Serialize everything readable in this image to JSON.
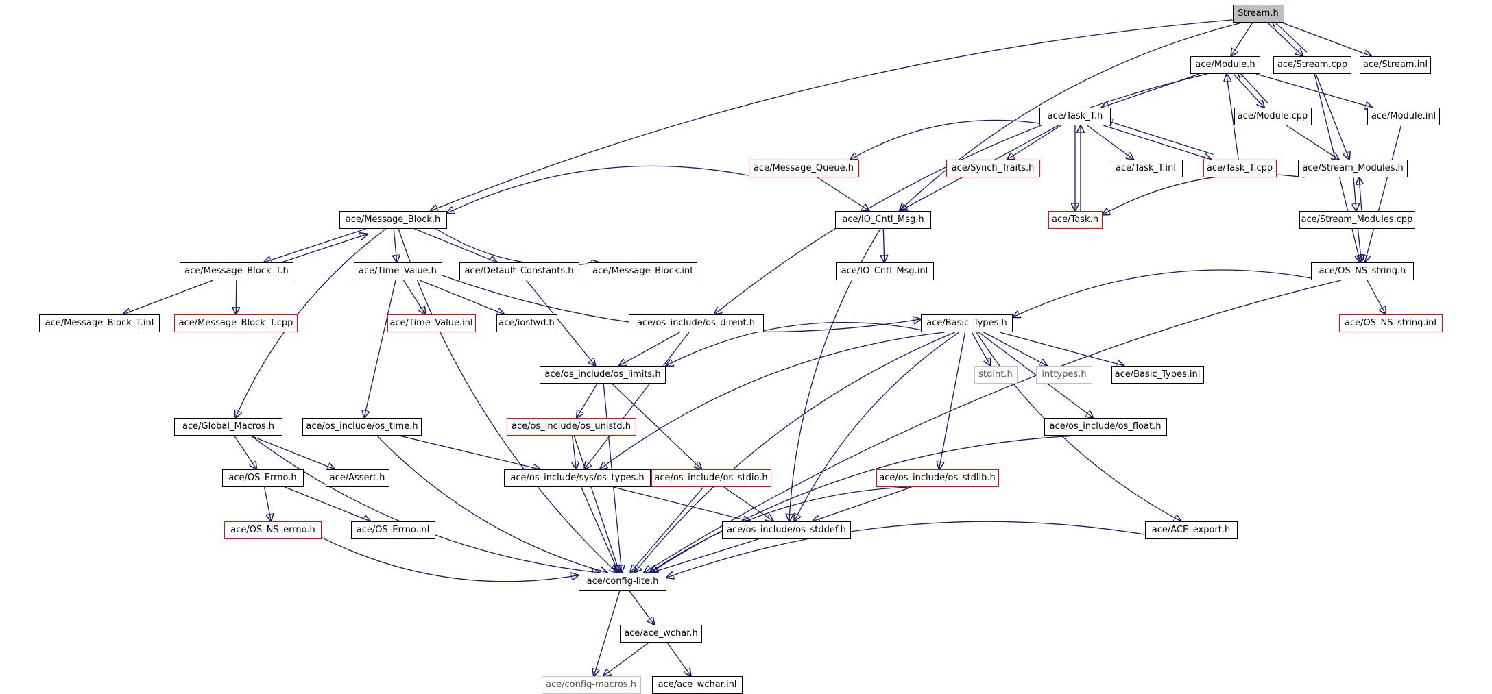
{
  "diagram": {
    "nodes": [
      {
        "id": "stream_h",
        "label": "Stream.h",
        "style": "gray"
      },
      {
        "id": "module_h",
        "label": "ace/Module.h",
        "style": "normal"
      },
      {
        "id": "stream_cpp",
        "label": "ace/Stream.cpp",
        "style": "normal"
      },
      {
        "id": "stream_inl",
        "label": "ace/Stream.inl",
        "style": "normal"
      },
      {
        "id": "task_t_h",
        "label": "ace/Task_T.h",
        "style": "normal"
      },
      {
        "id": "module_cpp",
        "label": "ace/Module.cpp",
        "style": "normal"
      },
      {
        "id": "module_inl",
        "label": "ace/Module.inl",
        "style": "normal"
      },
      {
        "id": "message_queue_h",
        "label": "ace/Message_Queue.h",
        "style": "red"
      },
      {
        "id": "synch_traits_h",
        "label": "ace/Synch_Traits.h",
        "style": "red"
      },
      {
        "id": "task_t_inl",
        "label": "ace/Task_T.inl",
        "style": "normal"
      },
      {
        "id": "task_t_cpp",
        "label": "ace/Task_T.cpp",
        "style": "red"
      },
      {
        "id": "stream_modules_h",
        "label": "ace/Stream_Modules.h",
        "style": "normal"
      },
      {
        "id": "message_block_h",
        "label": "ace/Message_Block.h",
        "style": "normal"
      },
      {
        "id": "io_cntl_msg_h",
        "label": "ace/IO_Cntl_Msg.h",
        "style": "normal"
      },
      {
        "id": "task_h",
        "label": "ace/Task.h",
        "style": "red"
      },
      {
        "id": "stream_modules_cpp",
        "label": "ace/Stream_Modules.cpp",
        "style": "normal"
      },
      {
        "id": "message_block_t_h",
        "label": "ace/Message_Block_T.h",
        "style": "normal"
      },
      {
        "id": "time_value_h",
        "label": "ace/Time_Value.h",
        "style": "normal"
      },
      {
        "id": "default_constants_h",
        "label": "ace/Default_Constants.h",
        "style": "normal"
      },
      {
        "id": "message_block_inl",
        "label": "ace/Message_Block.inl",
        "style": "normal"
      },
      {
        "id": "io_cntl_msg_inl",
        "label": "ace/IO_Cntl_Msg.inl",
        "style": "normal"
      },
      {
        "id": "os_ns_string_h",
        "label": "ace/OS_NS_string.h",
        "style": "normal"
      },
      {
        "id": "message_block_t_inl",
        "label": "ace/Message_Block_T.inl",
        "style": "normal"
      },
      {
        "id": "message_block_t_cpp",
        "label": "ace/Message_Block_T.cpp",
        "style": "red"
      },
      {
        "id": "time_value_inl",
        "label": "ace/Time_Value.inl",
        "style": "red"
      },
      {
        "id": "iosfwd_h",
        "label": "ace/iosfwd.h",
        "style": "normal"
      },
      {
        "id": "os_dirent_h",
        "label": "ace/os_include/os_dirent.h",
        "style": "normal"
      },
      {
        "id": "basic_types_h",
        "label": "ace/Basic_Types.h",
        "style": "normal"
      },
      {
        "id": "os_ns_string_inl",
        "label": "ace/OS_NS_string.inl",
        "style": "red"
      },
      {
        "id": "os_limits_h",
        "label": "ace/os_include/os_limits.h",
        "style": "normal"
      },
      {
        "id": "stdint_h",
        "label": "stdint.h",
        "style": "light"
      },
      {
        "id": "inttypes_h",
        "label": "inttypes.h",
        "style": "light"
      },
      {
        "id": "basic_types_inl",
        "label": "ace/Basic_Types.inl",
        "style": "normal"
      },
      {
        "id": "global_macros_h",
        "label": "ace/Global_Macros.h",
        "style": "normal"
      },
      {
        "id": "os_time_h",
        "label": "ace/os_include/os_time.h",
        "style": "normal"
      },
      {
        "id": "os_unistd_h",
        "label": "ace/os_include/os_unistd.h",
        "style": "red"
      },
      {
        "id": "os_float_h",
        "label": "ace/os_include/os_float.h",
        "style": "normal"
      },
      {
        "id": "os_errno_h",
        "label": "ace/OS_Errno.h",
        "style": "normal"
      },
      {
        "id": "assert_h",
        "label": "ace/Assert.h",
        "style": "normal"
      },
      {
        "id": "os_types_h",
        "label": "ace/os_include/sys/os_types.h",
        "style": "normal"
      },
      {
        "id": "os_stdio_h",
        "label": "ace/os_include/os_stdio.h",
        "style": "red"
      },
      {
        "id": "os_stdlib_h",
        "label": "ace/os_include/os_stdlib.h",
        "style": "red"
      },
      {
        "id": "os_ns_errno_h",
        "label": "ace/OS_NS_errno.h",
        "style": "red"
      },
      {
        "id": "os_errno_inl",
        "label": "ace/OS_Errno.inl",
        "style": "normal"
      },
      {
        "id": "os_stddef_h",
        "label": "ace/os_include/os_stddef.h",
        "style": "normal"
      },
      {
        "id": "ace_export_h",
        "label": "ace/ACE_export.h",
        "style": "normal"
      },
      {
        "id": "config_lite_h",
        "label": "ace/config-lite.h",
        "style": "normal"
      },
      {
        "id": "ace_wchar_h",
        "label": "ace/ace_wchar.h",
        "style": "normal"
      },
      {
        "id": "config_macros_h",
        "label": "ace/config-macros.h",
        "style": "light"
      },
      {
        "id": "ace_wchar_inl",
        "label": "ace/ace_wchar.inl",
        "style": "normal"
      }
    ],
    "edges": [
      [
        "stream_h",
        "module_h"
      ],
      [
        "stream_h",
        "stream_cpp"
      ],
      [
        "stream_h",
        "stream_inl"
      ],
      [
        "stream_h",
        "message_block_h"
      ],
      [
        "stream_h",
        "io_cntl_msg_h"
      ],
      [
        "stream_cpp",
        "stream_h"
      ],
      [
        "stream_cpp",
        "stream_modules_h"
      ],
      [
        "stream_cpp",
        "os_ns_string_h"
      ],
      [
        "module_h",
        "task_t_h"
      ],
      [
        "module_h",
        "module_cpp"
      ],
      [
        "module_h",
        "module_inl"
      ],
      [
        "module_h",
        "os_dirent_h"
      ],
      [
        "module_cpp",
        "module_h"
      ],
      [
        "module_cpp",
        "stream_modules_h"
      ],
      [
        "module_inl",
        "os_ns_string_h"
      ],
      [
        "task_t_h",
        "message_queue_h"
      ],
      [
        "task_t_h",
        "synch_traits_h"
      ],
      [
        "task_t_h",
        "task_t_inl"
      ],
      [
        "task_t_h",
        "task_t_cpp"
      ],
      [
        "task_t_h",
        "task_h"
      ],
      [
        "task_t_h",
        "io_cntl_msg_h"
      ],
      [
        "task_t_cpp",
        "task_t_h"
      ],
      [
        "task_t_cpp",
        "module_h"
      ],
      [
        "task_h",
        "task_t_h"
      ],
      [
        "message_queue_h",
        "message_block_h"
      ],
      [
        "message_queue_h",
        "io_cntl_msg_h"
      ],
      [
        "stream_modules_h",
        "task_h"
      ],
      [
        "stream_modules_h",
        "stream_modules_cpp"
      ],
      [
        "stream_modules_cpp",
        "stream_modules_h"
      ],
      [
        "stream_modules_cpp",
        "os_ns_string_h"
      ],
      [
        "io_cntl_msg_h",
        "io_cntl_msg_inl"
      ],
      [
        "io_cntl_msg_h",
        "os_stddef_h"
      ],
      [
        "message_block_h",
        "message_block_t_h"
      ],
      [
        "message_block_h",
        "time_value_h"
      ],
      [
        "message_block_h",
        "default_constants_h"
      ],
      [
        "message_block_h",
        "message_block_inl"
      ],
      [
        "message_block_h",
        "global_macros_h"
      ],
      [
        "message_block_h",
        "config_lite_h"
      ],
      [
        "message_block_t_h",
        "message_block_h"
      ],
      [
        "message_block_t_h",
        "message_block_t_inl"
      ],
      [
        "message_block_t_h",
        "message_block_t_cpp"
      ],
      [
        "time_value_h",
        "time_value_inl"
      ],
      [
        "time_value_h",
        "iosfwd_h"
      ],
      [
        "time_value_h",
        "basic_types_h"
      ],
      [
        "time_value_h",
        "os_time_h"
      ],
      [
        "default_constants_h",
        "os_limits_h"
      ],
      [
        "os_ns_string_h",
        "basic_types_h"
      ],
      [
        "os_ns_string_h",
        "os_ns_string_inl"
      ],
      [
        "os_ns_string_h",
        "config_lite_h"
      ],
      [
        "os_dirent_h",
        "os_limits_h"
      ],
      [
        "os_dirent_h",
        "os_types_h"
      ],
      [
        "basic_types_h",
        "os_limits_h"
      ],
      [
        "basic_types_h",
        "stdint_h"
      ],
      [
        "basic_types_h",
        "inttypes_h"
      ],
      [
        "basic_types_h",
        "basic_types_inl"
      ],
      [
        "basic_types_h",
        "os_types_h"
      ],
      [
        "basic_types_h",
        "os_stddef_h"
      ],
      [
        "basic_types_h",
        "os_stdlib_h"
      ],
      [
        "basic_types_h",
        "os_float_h"
      ],
      [
        "basic_types_h",
        "ace_export_h"
      ],
      [
        "basic_types_h",
        "config_lite_h"
      ],
      [
        "os_limits_h",
        "os_unistd_h"
      ],
      [
        "os_limits_h",
        "os_stdio_h"
      ],
      [
        "os_limits_h",
        "config_lite_h"
      ],
      [
        "os_unistd_h",
        "os_types_h"
      ],
      [
        "os_unistd_h",
        "config_lite_h"
      ],
      [
        "global_macros_h",
        "os_errno_h"
      ],
      [
        "global_macros_h",
        "assert_h"
      ],
      [
        "global_macros_h",
        "config_lite_h"
      ],
      [
        "os_time_h",
        "os_types_h"
      ],
      [
        "os_time_h",
        "config_lite_h"
      ],
      [
        "os_errno_h",
        "os_ns_errno_h"
      ],
      [
        "os_errno_h",
        "os_errno_inl"
      ],
      [
        "os_ns_errno_h",
        "config_lite_h"
      ],
      [
        "os_types_h",
        "os_stddef_h"
      ],
      [
        "os_types_h",
        "config_lite_h"
      ],
      [
        "os_stdio_h",
        "os_stddef_h"
      ],
      [
        "os_stdio_h",
        "config_lite_h"
      ],
      [
        "os_stdlib_h",
        "os_stddef_h"
      ],
      [
        "os_stdlib_h",
        "config_lite_h"
      ],
      [
        "os_stddef_h",
        "config_lite_h"
      ],
      [
        "os_float_h",
        "config_lite_h"
      ],
      [
        "ace_export_h",
        "config_lite_h"
      ],
      [
        "config_lite_h",
        "ace_wchar_h"
      ],
      [
        "config_lite_h",
        "config_macros_h"
      ],
      [
        "ace_wchar_h",
        "config_macros_h"
      ],
      [
        "ace_wchar_h",
        "ace_wchar_inl"
      ]
    ],
    "colors": {
      "edge": "#191970",
      "node_border": "#000000",
      "external_border": "#ff0000",
      "missing_border": "#bfbfbf",
      "root_fill": "#bfbfbf"
    }
  }
}
